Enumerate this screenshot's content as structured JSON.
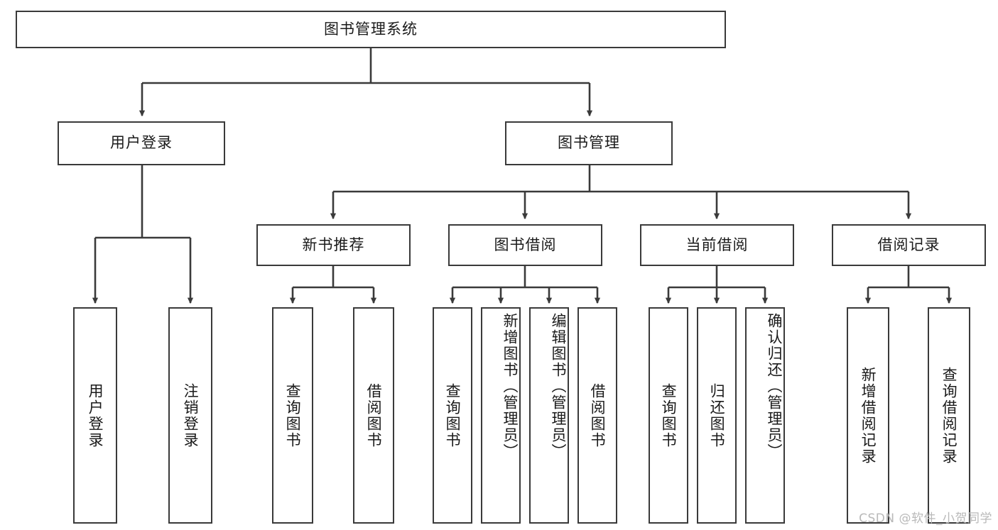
{
  "diagram": {
    "title": "图书管理系统",
    "type": "tree-hierarchy-flowchart",
    "line_color": "#3a3a3a",
    "box_fill": "#ffffff",
    "text_color": "#1a1a1a",
    "watermark": "CSDN @软件_小贺同学"
  },
  "root": {
    "label": "图书管理系统"
  },
  "level2": [
    {
      "id": "user-login",
      "label": "用户登录"
    },
    {
      "id": "book-management",
      "label": "图书管理"
    }
  ],
  "level3": [
    {
      "id": "new-book-recommend",
      "label": "新书推荐"
    },
    {
      "id": "book-borrow",
      "label": "图书借阅"
    },
    {
      "id": "current-borrow",
      "label": "当前借阅"
    },
    {
      "id": "borrow-record",
      "label": "借阅记录"
    }
  ],
  "leaves": {
    "user_login": [
      {
        "id": "leaf-user-login",
        "label": "用户登录"
      },
      {
        "id": "leaf-logout-login",
        "label": "注销登录"
      }
    ],
    "new_book_recommend": [
      {
        "id": "leaf-query-book-1",
        "label": "查询图书"
      },
      {
        "id": "leaf-borrow-book-1",
        "label": "借阅图书"
      }
    ],
    "book_borrow": [
      {
        "id": "leaf-query-book-2",
        "label": "查询图书"
      },
      {
        "id": "leaf-add-book",
        "label": "新增图书（管理员）"
      },
      {
        "id": "leaf-edit-book",
        "label": "编辑图书（管理员）"
      },
      {
        "id": "leaf-borrow-book-2",
        "label": "借阅图书"
      }
    ],
    "current_borrow": [
      {
        "id": "leaf-query-book-3",
        "label": "查询图书"
      },
      {
        "id": "leaf-return-book",
        "label": "归还图书"
      },
      {
        "id": "leaf-confirm-return",
        "label": "确认归还（管理员）"
      }
    ],
    "borrow_record": [
      {
        "id": "leaf-add-record",
        "label": "新增借阅记录"
      },
      {
        "id": "leaf-query-record",
        "label": "查询借阅记录"
      }
    ]
  }
}
